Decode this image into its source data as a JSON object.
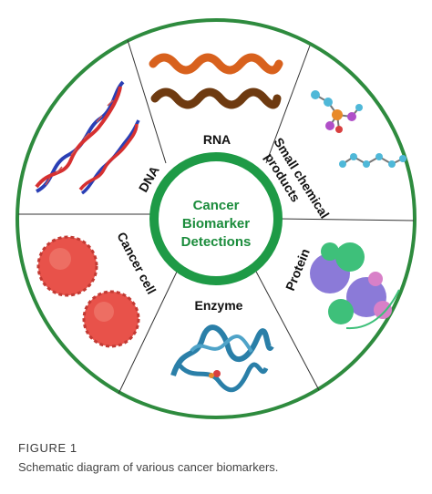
{
  "diagram": {
    "center_lines": [
      "Cancer",
      "Biomarker",
      "Detections"
    ],
    "segments": {
      "rna": "RNA",
      "small_chemical_1": "Small chemical",
      "small_chemical_2": "products",
      "dna": "DNA",
      "protein": "Protein",
      "cancer_cell": "Cancer cell",
      "enzyme": "Enzyme"
    },
    "colors": {
      "ring": "#2e8b3e",
      "center_ring": "#1e9a46",
      "center_text": "#1b8c3c",
      "dna_blue": "#2a3fb5",
      "dna_red": "#d63030",
      "rna_orange": "#d8611d",
      "rna_brown": "#6e3a10",
      "cell": "#e8524a",
      "protein_purple": "#8b7ad8",
      "protein_green": "#3ec07a",
      "enzyme_blue": "#2a7fa8"
    }
  },
  "caption": {
    "title": "FIGURE 1",
    "text": "Schematic diagram of various cancer biomarkers."
  }
}
